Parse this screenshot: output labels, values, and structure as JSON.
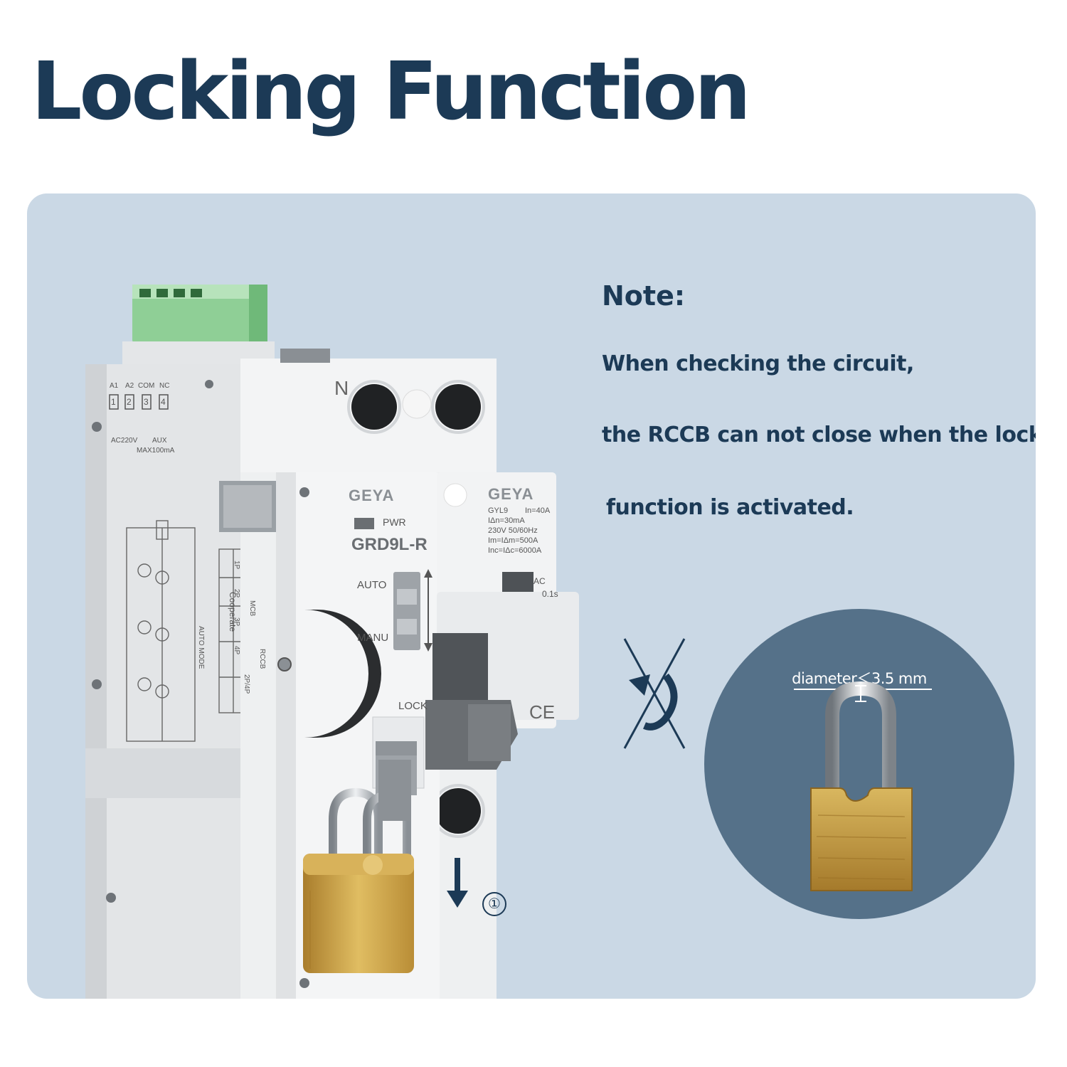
{
  "title": "Locking Function",
  "note": {
    "heading": "Note:",
    "lines": [
      "When checking the circuit,",
      "the RCCB can not close when the lock",
      "function is activated."
    ]
  },
  "padlock_detail": {
    "label": "diameter＜3.5 mm"
  },
  "device": {
    "terminal_labels": [
      "A1",
      "A2",
      "COM",
      "NC"
    ],
    "terminal_numbers": [
      "1",
      "2",
      "3",
      "4"
    ],
    "supply_label": "AC220V",
    "aux_label": "AUX",
    "aux_rating": "MAX100mA",
    "neutral_label": "N",
    "module_brand": "GEYA",
    "pwr_label": "PWR",
    "module_model": "GRD9L-R",
    "auto_label": "AUTO",
    "manu_label": "MANU",
    "lock_label": "LOCK",
    "rccb_brand": "GEYA",
    "rccb_model": "GYL9",
    "rccb_specs": [
      "In=40A",
      "IΔn=30mA",
      "230V 50/60Hz",
      "Im=IΔm=500A",
      "Inc=IΔc=6000A"
    ],
    "rccb_type": "AC",
    "rccb_time": "0.1s",
    "ce_mark": "CE",
    "side_heading": "Cooperate",
    "side_table": [
      "MCB",
      "RCCB",
      "1P",
      "2P",
      "3P",
      "4P",
      "2P/4P"
    ],
    "auto_mode_label": "AUTO MODE"
  },
  "step": {
    "number": "①"
  },
  "colors": {
    "title": "#1c3a56",
    "panel": "#cad8e5",
    "circle": "#557189",
    "device_body": "#eceeef",
    "brass": "#c9a24a"
  }
}
